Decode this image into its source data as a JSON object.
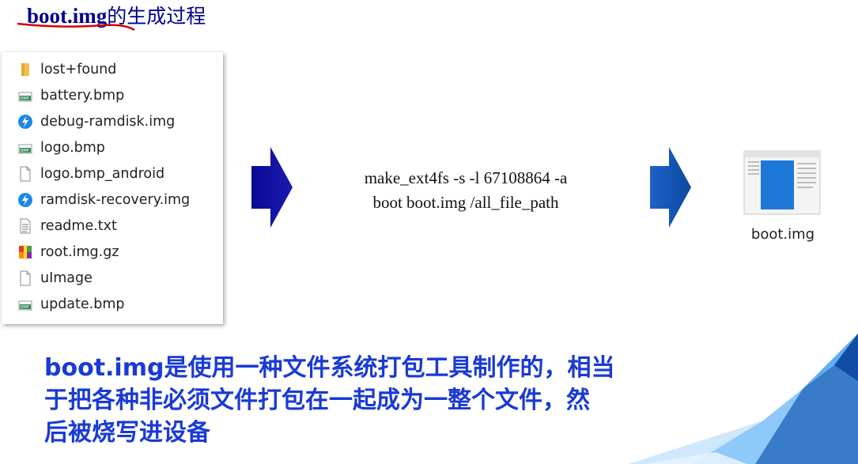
{
  "title": {
    "bold": "boot.img",
    "rest": "的生成过程"
  },
  "files": [
    {
      "name": "lost+found",
      "icon": "folder-icon"
    },
    {
      "name": "battery.bmp",
      "icon": "bitmap-icon"
    },
    {
      "name": "debug-ramdisk.img",
      "icon": "disk-image-icon"
    },
    {
      "name": "logo.bmp",
      "icon": "bitmap-icon"
    },
    {
      "name": "logo.bmp_android",
      "icon": "blank-file-icon"
    },
    {
      "name": "ramdisk-recovery.img",
      "icon": "disk-image-icon"
    },
    {
      "name": "readme.txt",
      "icon": "text-file-icon"
    },
    {
      "name": "root.img.gz",
      "icon": "archive-icon"
    },
    {
      "name": "uImage",
      "icon": "blank-file-icon"
    },
    {
      "name": "update.bmp",
      "icon": "bitmap-icon"
    }
  ],
  "command": {
    "line1": "make_ext4fs -s -l 67108864 -a",
    "line2": "boot  boot.img  /all_file_path"
  },
  "output": {
    "label": "boot.img",
    "icon": "window-file-icon"
  },
  "description": {
    "line1": "boot.img是使用一种文件系统打包工具制作的，相当",
    "line2": "于把各种非必须文件打包在一起成为一整个文件，然",
    "line3": "后被烧写进设备"
  },
  "colors": {
    "title": "#00008b",
    "arrow_dark": "#0a0a96",
    "arrow_light": "#1565c0",
    "description": "#1a3ad4"
  }
}
